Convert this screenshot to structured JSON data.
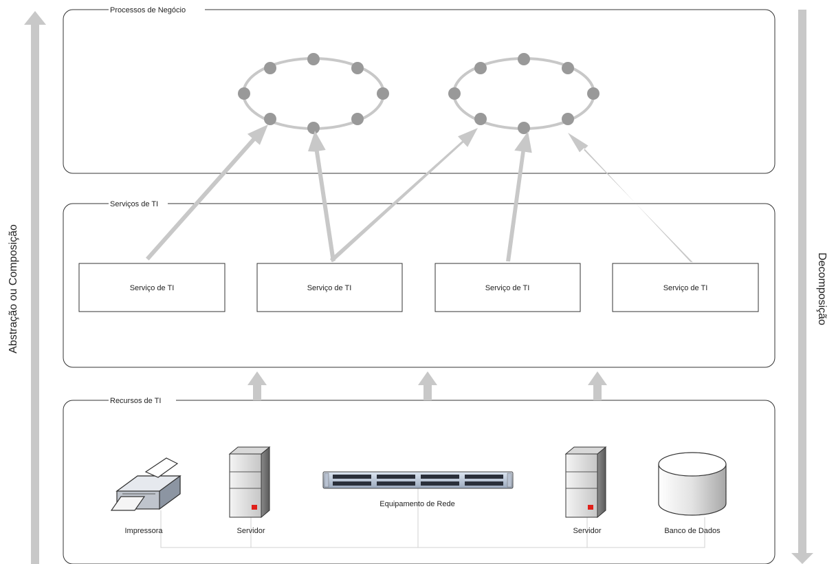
{
  "layers": {
    "business": {
      "title": "Processos de Negócio"
    },
    "services": {
      "title": "Serviços de TI"
    },
    "resources": {
      "title": "Recursos de TI"
    }
  },
  "services": [
    "Serviço de TI",
    "Serviço de TI",
    "Serviço de TI",
    "Serviço de TI"
  ],
  "resources": {
    "printer": "Impressora",
    "server1": "Servidor",
    "network": "Equipamento de Rede",
    "server2": "Servidor",
    "database": "Banco de Dados"
  },
  "axes": {
    "left": "Abstração ou Composição",
    "right": "Decomposição"
  },
  "colors": {
    "arrow": "#c8c8c8",
    "node": "#999999",
    "ring": "#c8c8c8",
    "server_led": "#e0201a"
  }
}
